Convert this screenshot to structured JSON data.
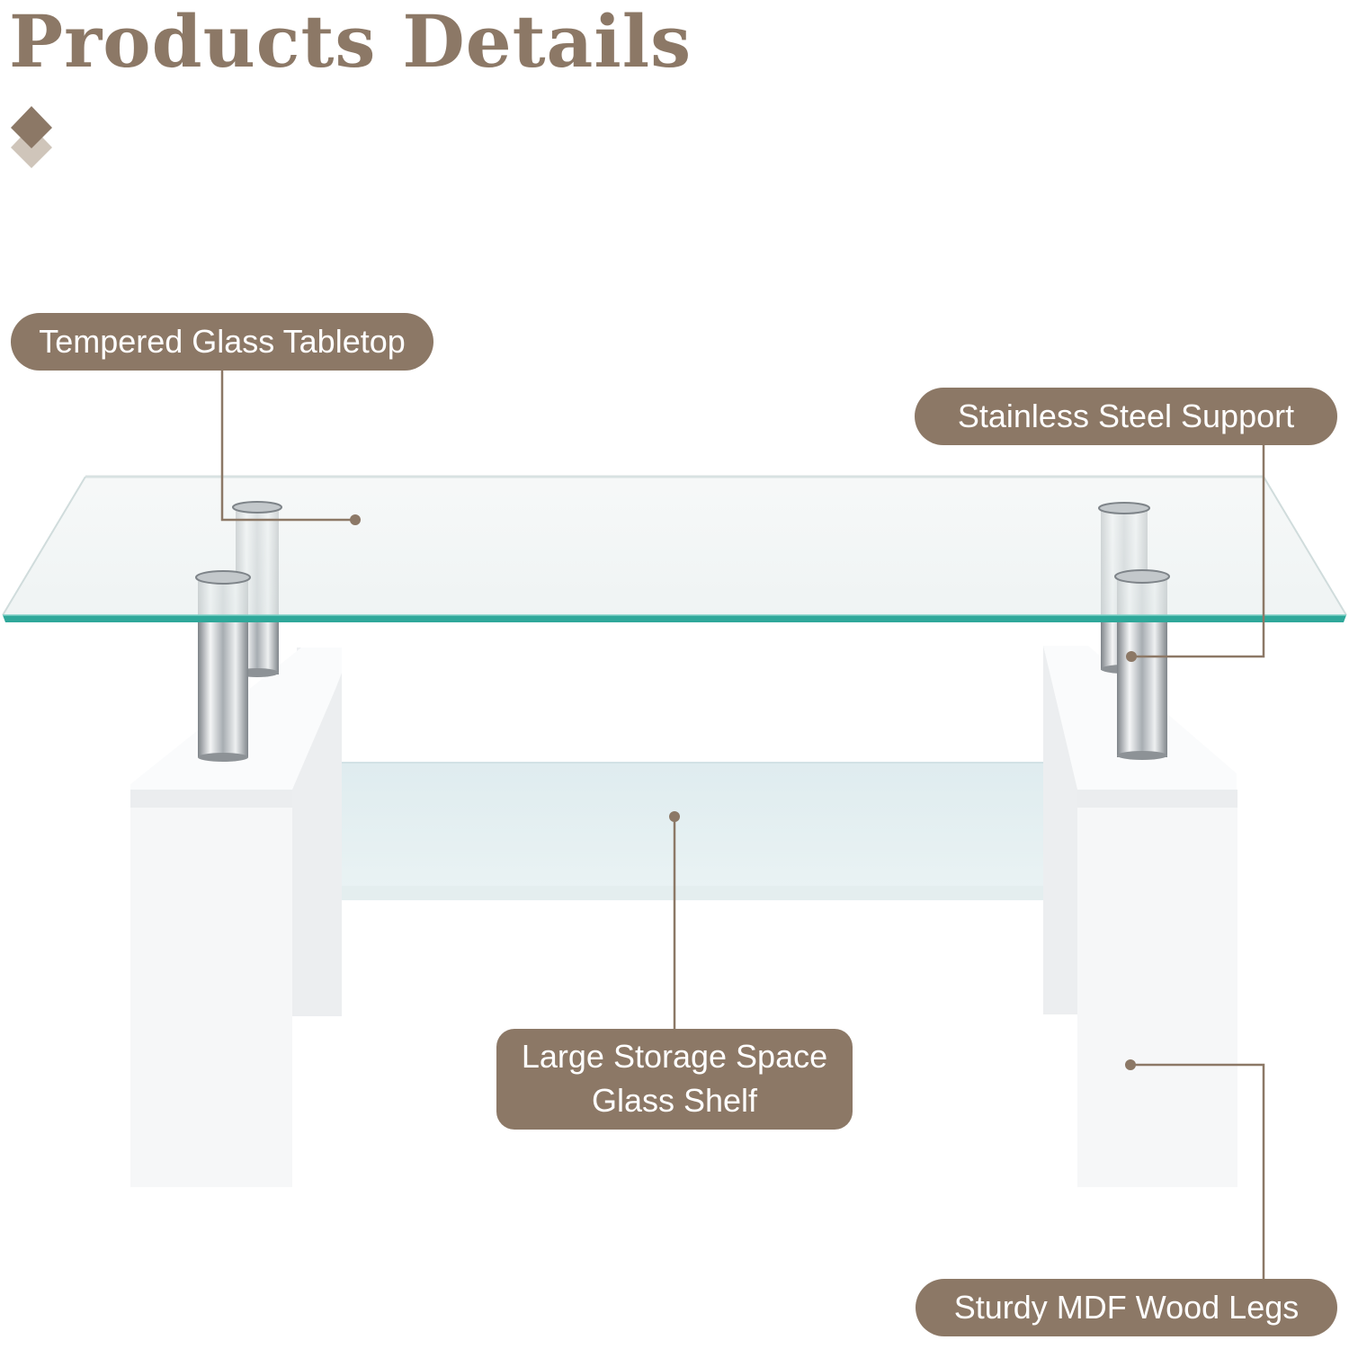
{
  "header": {
    "title": "Products Details"
  },
  "callouts": {
    "tabletop": "Tempered Glass Tabletop",
    "support": "Stainless Steel Support",
    "shelf_line1": "Large Storage Space",
    "shelf_line2": "Glass Shelf",
    "legs": "Sturdy MDF Wood Legs"
  },
  "colors": {
    "accent": "#8c7866",
    "glass_edge": "#2fa89a",
    "wood": "#f6f7f8"
  }
}
